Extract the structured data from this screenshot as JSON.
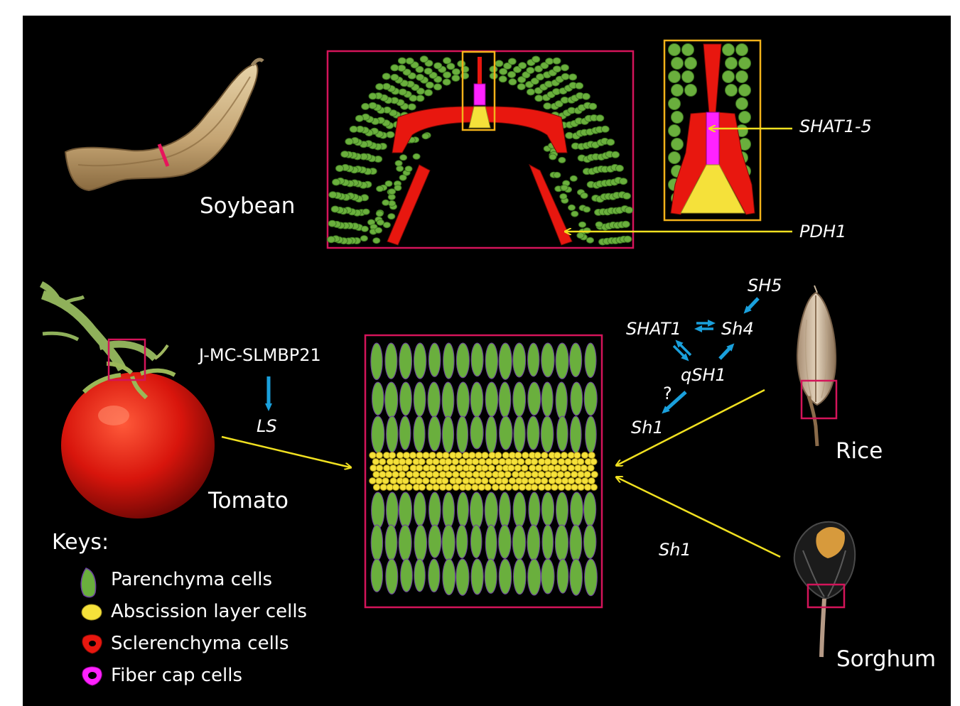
{
  "colors": {
    "background": "#000000",
    "parenchyma": "#6aaf3d",
    "abscission": "#f5e13a",
    "sclerenchyma": "#e8170f",
    "fiber_cap": "#ff22ff",
    "frame_pink": "#d4145a",
    "frame_orange": "#f2b21a",
    "pointer_yellow": "#f0e020",
    "arrow_blue": "#1aa0dc"
  },
  "species": {
    "soybean": "Soybean",
    "tomato": "Tomato",
    "rice": "Rice",
    "sorghum": "Sorghum"
  },
  "genes": {
    "shat1_5": "SHAT1-5",
    "pdh1": "PDH1",
    "j_mc_slmbp21": "J-MC-SLMBP21",
    "ls": "LS",
    "sh5": "SH5",
    "shat1": "SHAT1",
    "sh4": "Sh4",
    "qsh1": "qSH1",
    "question": "?",
    "sh1_rice": "Sh1",
    "sh1_sorghum": "Sh1"
  },
  "keys": {
    "title": "Keys:",
    "items": [
      {
        "label": "Parenchyma cells",
        "icon": "parenchyma-cell-icon"
      },
      {
        "label": "Abscission layer cells",
        "icon": "abscission-cell-icon"
      },
      {
        "label": "Sclerenchyma cells",
        "icon": "sclerenchyma-cell-icon"
      },
      {
        "label": "Fiber cap cells",
        "icon": "fiber-cap-cell-icon"
      }
    ]
  }
}
